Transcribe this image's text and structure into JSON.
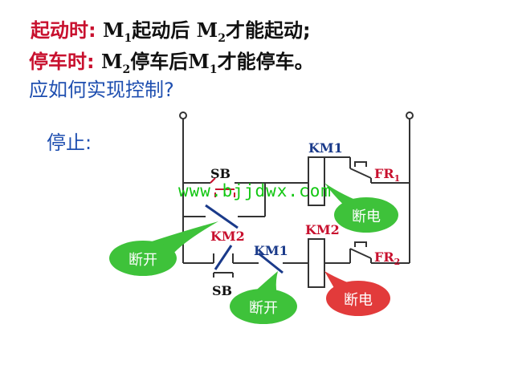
{
  "header": {
    "line1": {
      "label": "起动时:",
      "m1": "M",
      "s1": "1",
      "t1": "起动后",
      "m2": "M",
      "s2": "2",
      "t2": "才能起动;"
    },
    "line2": {
      "label": "停车时:",
      "m1": "M",
      "s1": "2",
      "t1": "停车后",
      "m2": "M",
      "s2": "1",
      "t2": "才能停车。"
    },
    "question": "应如何实现控制?"
  },
  "stop_label": "停止:",
  "watermark": "www.bjjdwx.com",
  "labels": {
    "sb_top": "SB",
    "sb_bottom": "SB",
    "km2_contact": "KM2",
    "km1_contact": "KM1",
    "km1_coil": "KM1",
    "km2_coil": "KM2",
    "fr1": "FR",
    "fr1_sub": "1",
    "fr2": "FR",
    "fr2_sub": "2"
  },
  "callouts": {
    "left_open": "断开",
    "mid_open": "断开",
    "right_top_off": "断电",
    "right_bottom_off": "断电"
  },
  "colors": {
    "red": "#c8102e",
    "blue": "#1f4fb0",
    "wire": "#333333",
    "callout_green": "#3ec23a",
    "callout_red": "#e23b3b",
    "watermark": "#12c712"
  }
}
